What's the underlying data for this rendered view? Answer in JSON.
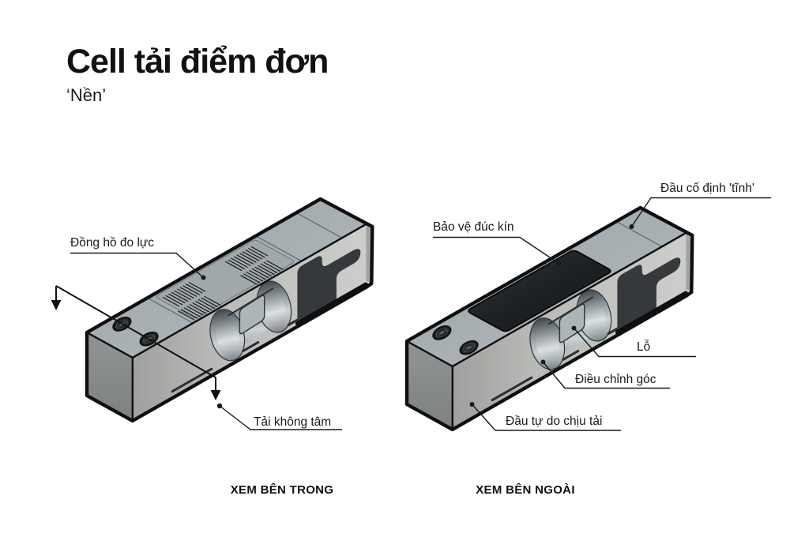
{
  "title": "Cell tải điểm đơn",
  "subtitle": "‘Nền’",
  "figure": {
    "views": [
      {
        "id": "inside",
        "caption": "XEM BÊN TRONG",
        "labels": {
          "strain_gauge": "Đồng hồ đo lực",
          "eccentric_load": "Tải không tâm"
        }
      },
      {
        "id": "outside",
        "caption": "XEM BÊN NGOÀI",
        "labels": {
          "potted_seal": "Bảo vệ đúc kín",
          "fixed_end": "Đầu cố định 'tĩnh'",
          "hole": "Lỗ",
          "corner_adjust": "Điều chỉnh góc",
          "free_end": "Đầu tự do chịu tải"
        }
      }
    ]
  },
  "colors": {
    "background": "#ffffff",
    "text": "#111111",
    "outline": "#0e0f10",
    "leader": "#1a1a1a",
    "body_top_a": "#9aa2a7",
    "body_top_b": "#b5bcbf",
    "body_front_a": "#9fa09d",
    "body_front_b": "#cdcecb",
    "body_end_a": "#909493",
    "body_end_b": "#7d8180",
    "body_end_right": "#a0a4a3",
    "pocket": "#a0a8ac",
    "pocket_edge": "#70767a",
    "groove": "#6a7073",
    "cover_a": "#33373a",
    "cover_b": "#151718",
    "cutout_dark": "#35393b",
    "bore_a": "#41484c",
    "bore_b": "#ccd3d6",
    "bore_c": "#767e82",
    "web": "#aeb5b8",
    "slit": "#2c2f31",
    "hole_rim": "#24272a",
    "hole_in": "#565b5d"
  }
}
